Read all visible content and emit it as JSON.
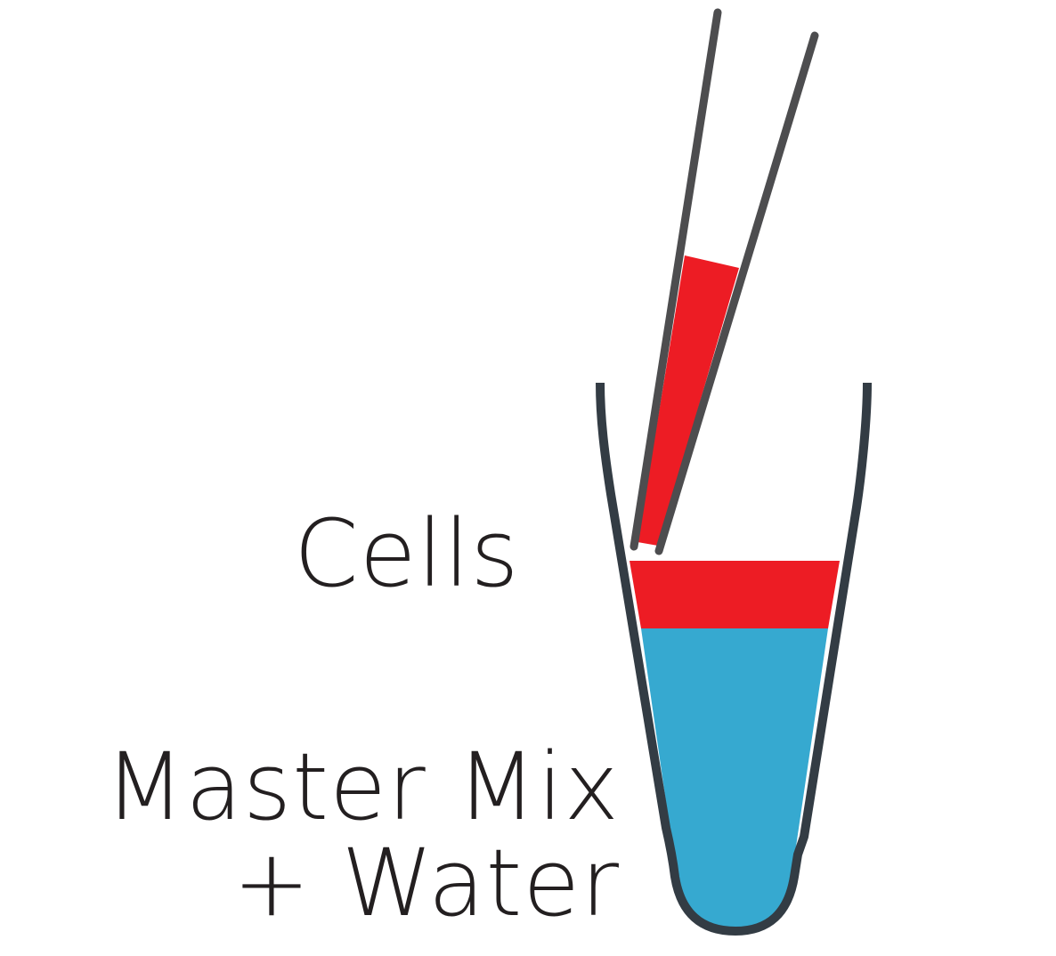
{
  "labels": {
    "cells": "Cells",
    "mix_line1": "Master Mix",
    "mix_line2": "+ Water"
  },
  "colors": {
    "cells": "#ed1c24",
    "mix": "#36a9d0",
    "tube_outline": "#333c44",
    "pipette_outline": "#4d4d4f",
    "text": "#231f20",
    "background": "#ffffff"
  },
  "icons": {
    "tube": "microcentrifuge-tube-icon",
    "pipette": "pipette-tip-icon"
  }
}
